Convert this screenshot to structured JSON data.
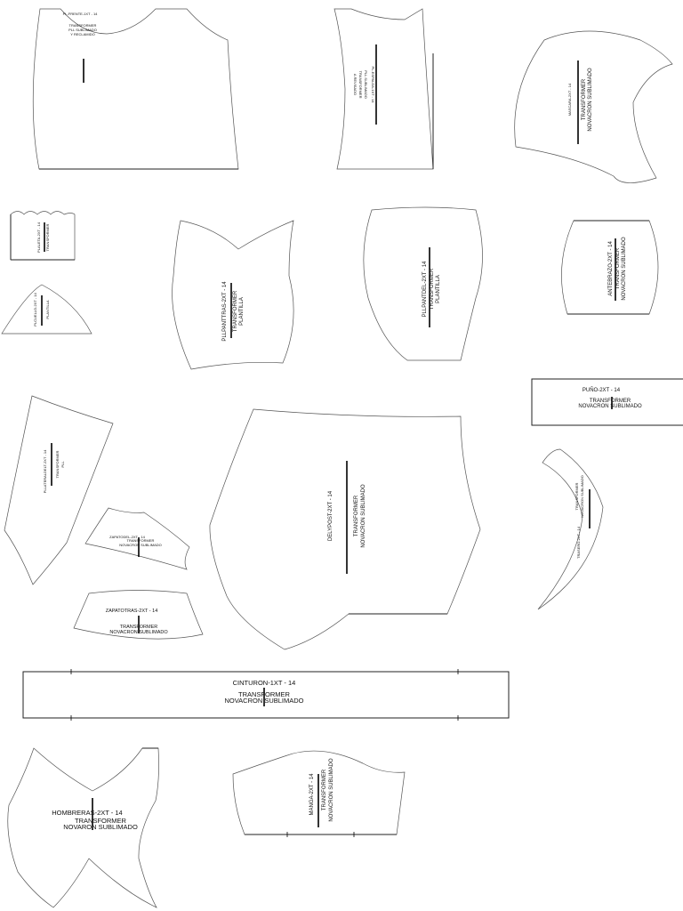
{
  "pieces": {
    "pl_frente": {
      "title": "PL-FRENTE-1XT - 14",
      "line1": "TRANSFORMER",
      "line2": "PLL SUBLIMADO",
      "line3": "Y RECLAMIDO"
    },
    "pl_espalda": {
      "title": "PL-ESPALDA-1XT - 14",
      "line1": "PLL SUBLIMADO",
      "line2": "TRANSFORMER",
      "line3": "A REVISADO"
    },
    "mascara": {
      "title": "MASCARA-2XT - 14",
      "line1": "TRANSFORMER",
      "line2": "NOVACRON SUBLIMADO"
    },
    "pl_aleta": {
      "title": "PLALETA-2XT - 14",
      "line1": "TRANSFORMER"
    },
    "pl_triangulo": {
      "title": "PLCUELLO-2XT - 14",
      "line1": "PLANTILLA"
    },
    "pl_pantras": {
      "title": "PLLPANTTRAS-2XT - 14",
      "line1": "TRANSFORMER",
      "line2": "PLANTILLA"
    },
    "pl_pantdel": {
      "title": "PLLPANTDEL-2XT - 14",
      "line1": "TRANSFORMER",
      "line2": "PLANTILLA"
    },
    "antebrazo": {
      "title": "ANTEBRAZO-2XT - 14",
      "line1": "TRANSFORMER",
      "line2": "NOVACRON SUBLIMADO"
    },
    "puno": {
      "title": "PUÑO-2XT - 14",
      "line1": "TRANSFORMER",
      "line2": "NOVACRON SUBLIMADO"
    },
    "pl_lateral": {
      "title": "PLLATERALDELT-2XT - 14",
      "line1": "TRANSFORMER",
      "line2": "PLL"
    },
    "zapato_del": {
      "title": "ZAPATODEL-2XT - 14",
      "line1": "TRANSFORMER",
      "line2": "NOVACRON SUBLIMADO"
    },
    "zapato_tras": {
      "title": "ZAPATOTRAS-2XT - 14",
      "line1": "TRANSFORMER",
      "line2": "NOVACRON SUBLIMADO"
    },
    "del_post": {
      "title": "DELYPOST-2XT - 14",
      "line1": "TRANSFORMER",
      "line2": "NOVACRON SUBLIMADO"
    },
    "curva": {
      "title": "TRASERO-2XT - 14",
      "line1": "TRANSFORMER",
      "line2": "NOVACRON SUBLIMADO"
    },
    "cinturon": {
      "title": "CINTURON-1XT - 14",
      "line1": "TRANSFORMER",
      "line2": "NOVACRON SUBLIMADO"
    },
    "hombreras": {
      "title": "HOMBRERAS-2XT - 14",
      "line1": "TRANSFORMER",
      "line2": "NOVARON SUBLIMADO"
    },
    "manga": {
      "title": "MANGA-2XT - 14",
      "line1": "TRANSFORMER",
      "line2": "NOVACRON SUBLIMADO"
    }
  }
}
